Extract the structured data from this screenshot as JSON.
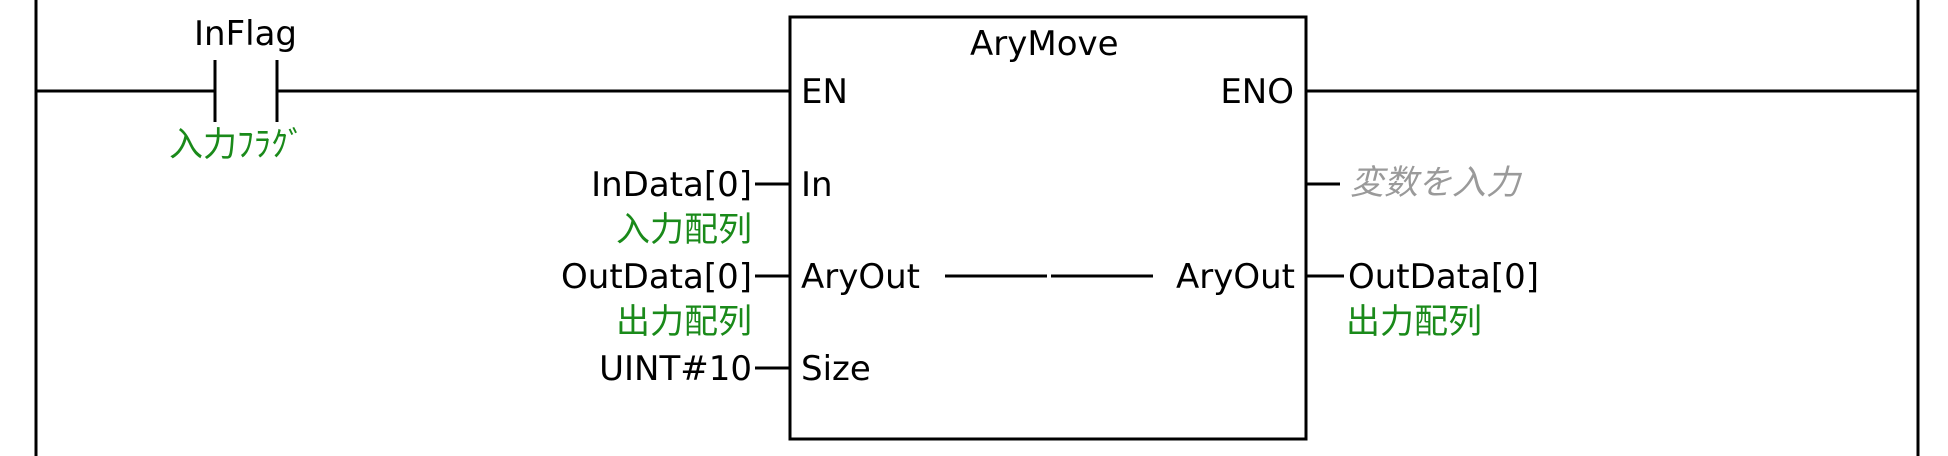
{
  "colors": {
    "line": "#000000",
    "comment": "#1a8a1a",
    "placeholder": "#9a9a9a",
    "background": "#ffffff"
  },
  "contact": {
    "variable": "InFlag",
    "comment": "入力ﾌﾗｸﾞ"
  },
  "block": {
    "name": "AryMove",
    "inputs": {
      "en": "EN",
      "in": "In",
      "ary_out": "AryOut",
      "size": "Size"
    },
    "outputs": {
      "eno": "ENO",
      "ary_out": "AryOut"
    }
  },
  "in_params": {
    "in_var": "InData[0]",
    "in_comment": "入力配列",
    "aryout_var": "OutData[0]",
    "aryout_comment": "出力配列",
    "size_var": "UINT#10"
  },
  "out_params": {
    "eno_placeholder": "変数を入力",
    "aryout_var": "OutData[0]",
    "aryout_comment": "出力配列"
  }
}
